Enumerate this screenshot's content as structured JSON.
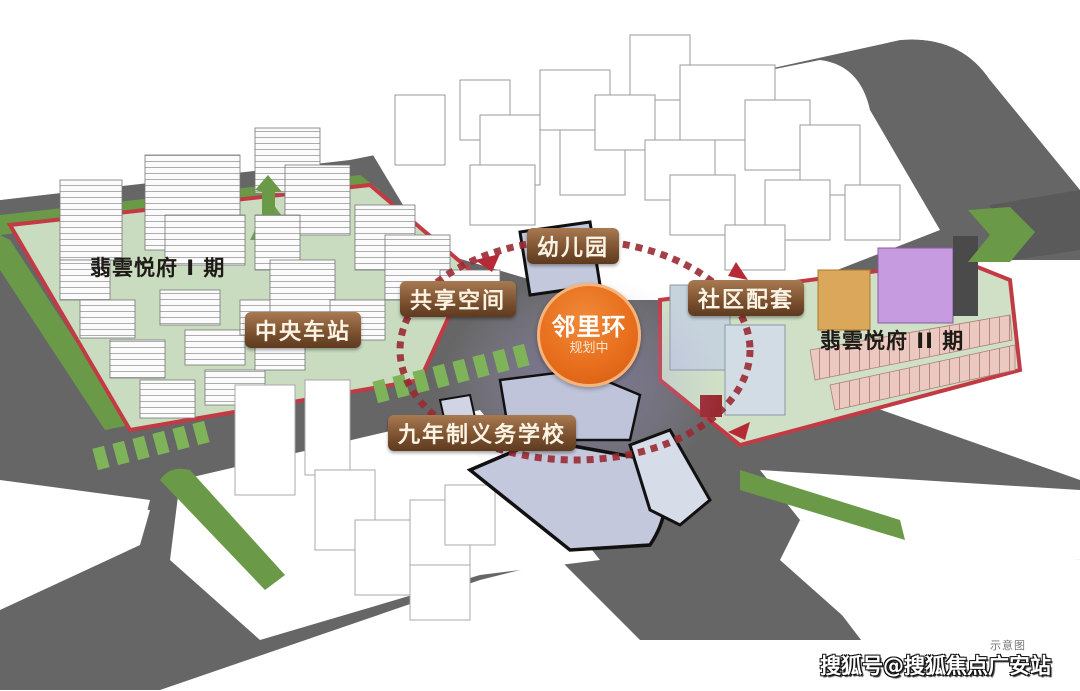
{
  "map": {
    "center": {
      "title": "邻里环",
      "subtitle": "规划中",
      "color": "#e8701e"
    },
    "labels": {
      "kindergarten": "幼儿园",
      "shared_space": "共享空间",
      "central_station": "中央车站",
      "community_facilities": "社区配套",
      "school": "九年制义务学校"
    },
    "phases": {
      "phase1": "翡雲悦府 I 期",
      "phase2": "翡雲悦府 II 期"
    },
    "note": "示意图",
    "watermark": "搜狐号@搜狐焦点广安站",
    "colors": {
      "road": "#666666",
      "greenbelt": "#6a9a48",
      "site_fill": "#c9dcc0",
      "boundary": "#c23a44",
      "label_brown": "#7d5331",
      "ring_dash": "#9a2a32",
      "school_fill": "#c4c8dc",
      "phase2_pink": "#ecc9c0",
      "tower_purple": "#c79be0",
      "tower_gold": "#dba75a"
    }
  }
}
